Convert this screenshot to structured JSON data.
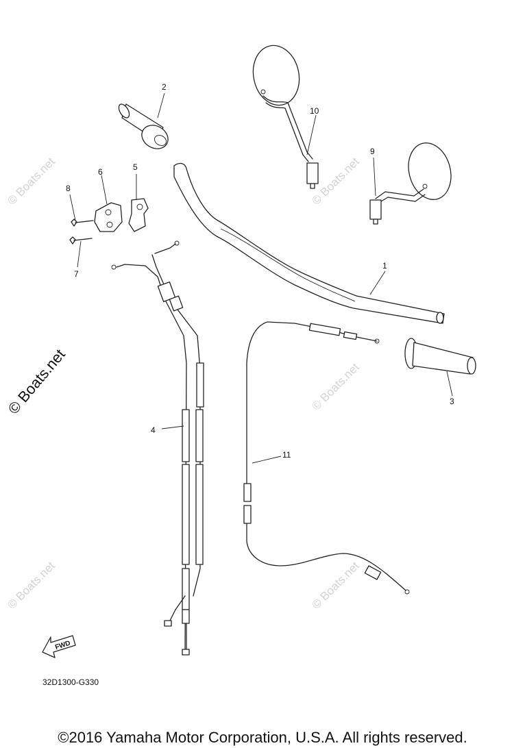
{
  "watermark": {
    "text": "© Boats.net"
  },
  "callouts": {
    "n1": "1",
    "n2": "2",
    "n3": "3",
    "n4": "4",
    "n5": "5",
    "n6": "6",
    "n7": "7",
    "n8": "8",
    "n9": "9",
    "n10": "10",
    "n11": "11"
  },
  "fwd_label": "FWD",
  "diagram_code": "32D1300-G330",
  "copyright": "©2016 Yamaha Motor Corporation, U.S.A. All rights reserved."
}
